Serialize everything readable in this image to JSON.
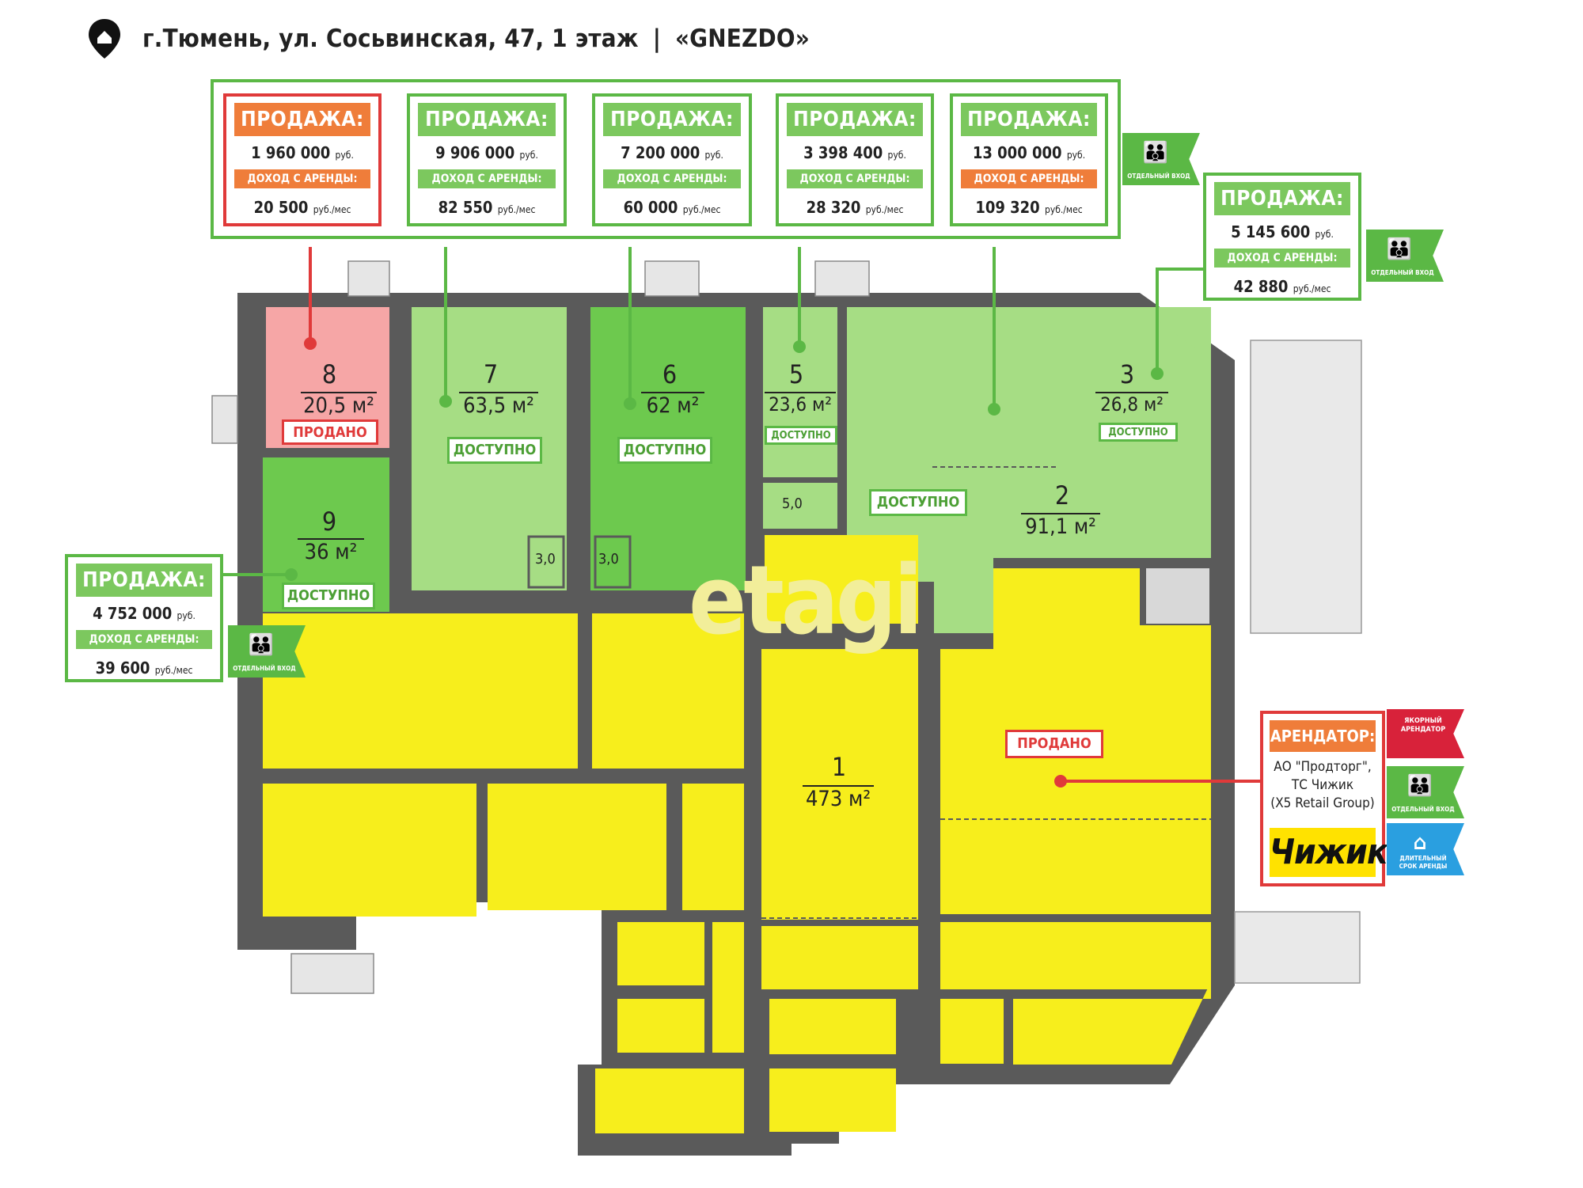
{
  "header": {
    "address": "г.Тюмень, ул. Сосьвинская, 47, 1 этаж",
    "separator": "|",
    "complex": "«GNEZDO»"
  },
  "colors": {
    "available": "#a6dd84",
    "available_dark": "#6dc94e",
    "sold": "#f6a6a6",
    "other": "#f7ee1c",
    "wall": "#5a5a5a",
    "accent_green": "#5bb845",
    "accent_orange": "#ef7d3a",
    "accent_red": "#e03a3a"
  },
  "labels": {
    "sale_title": "ПРОДАЖА:",
    "rent_income": "ДОХОД С АРЕНДЫ:",
    "price_unit": "руб.",
    "rent_unit": "руб./мес",
    "available": "ДОСТУПНО",
    "sold": "ПРОДАНО",
    "separate_entrance": "ОТДЕЛЬНЫЙ ВХОД",
    "anchor_tenant": "ЯКОРНЫЙ АРЕНДАТОР",
    "long_term": "ДЛИТЕЛЬНЫЙ СРОК АРЕНДЫ"
  },
  "listings": [
    {
      "room": "8",
      "price": "1 960 000",
      "rent": "20 500",
      "status": "sold"
    },
    {
      "room": "7",
      "price": "9 906 000",
      "rent": "82 550",
      "status": "available"
    },
    {
      "room": "6",
      "price": "7 200 000",
      "rent": "60 000",
      "status": "available"
    },
    {
      "room": "5",
      "price": "3 398 400",
      "rent": "28 320",
      "status": "available"
    },
    {
      "room": "2",
      "price": "13 000 000",
      "rent": "109 320",
      "status": "available"
    },
    {
      "room": "3",
      "price": "5 145 600",
      "rent": "42 880",
      "status": "available"
    },
    {
      "room": "9",
      "price": "4 752 000",
      "rent": "39 600",
      "status": "available"
    }
  ],
  "rooms": [
    {
      "id": "8",
      "area": "20,5 м²",
      "status": "ПРОДАНО"
    },
    {
      "id": "7",
      "area": "63,5 м²",
      "status": "ДОСТУПНО"
    },
    {
      "id": "6",
      "area": "62 м²",
      "status": "ДОСТУПНО"
    },
    {
      "id": "5",
      "area": "23,6 м²",
      "status": "ДОСТУПНО"
    },
    {
      "id": "3",
      "area": "26,8 м²",
      "status": "ДОСТУПНО"
    },
    {
      "id": "2",
      "area": "91,1 м²",
      "status": "ДОСТУПНО"
    },
    {
      "id": "9",
      "area": "36 м²",
      "status": "ДОСТУПНО"
    },
    {
      "id": "1",
      "area": "473 м²",
      "status": "ПРОДАНО"
    }
  ],
  "small_areas": [
    "3,0",
    "3,0",
    "5,0"
  ],
  "tenant": {
    "title": "АРЕНДАТОР:",
    "line1": "АО \"Продторг\",",
    "line2": "ТС Чижик",
    "line3": "(X5 Retail Group)",
    "logo": "Чижик"
  },
  "watermark": "etagi",
  "icons": [
    "location-pin-icon",
    "door-entrance-icon",
    "anchor-icon",
    "house-icon"
  ]
}
